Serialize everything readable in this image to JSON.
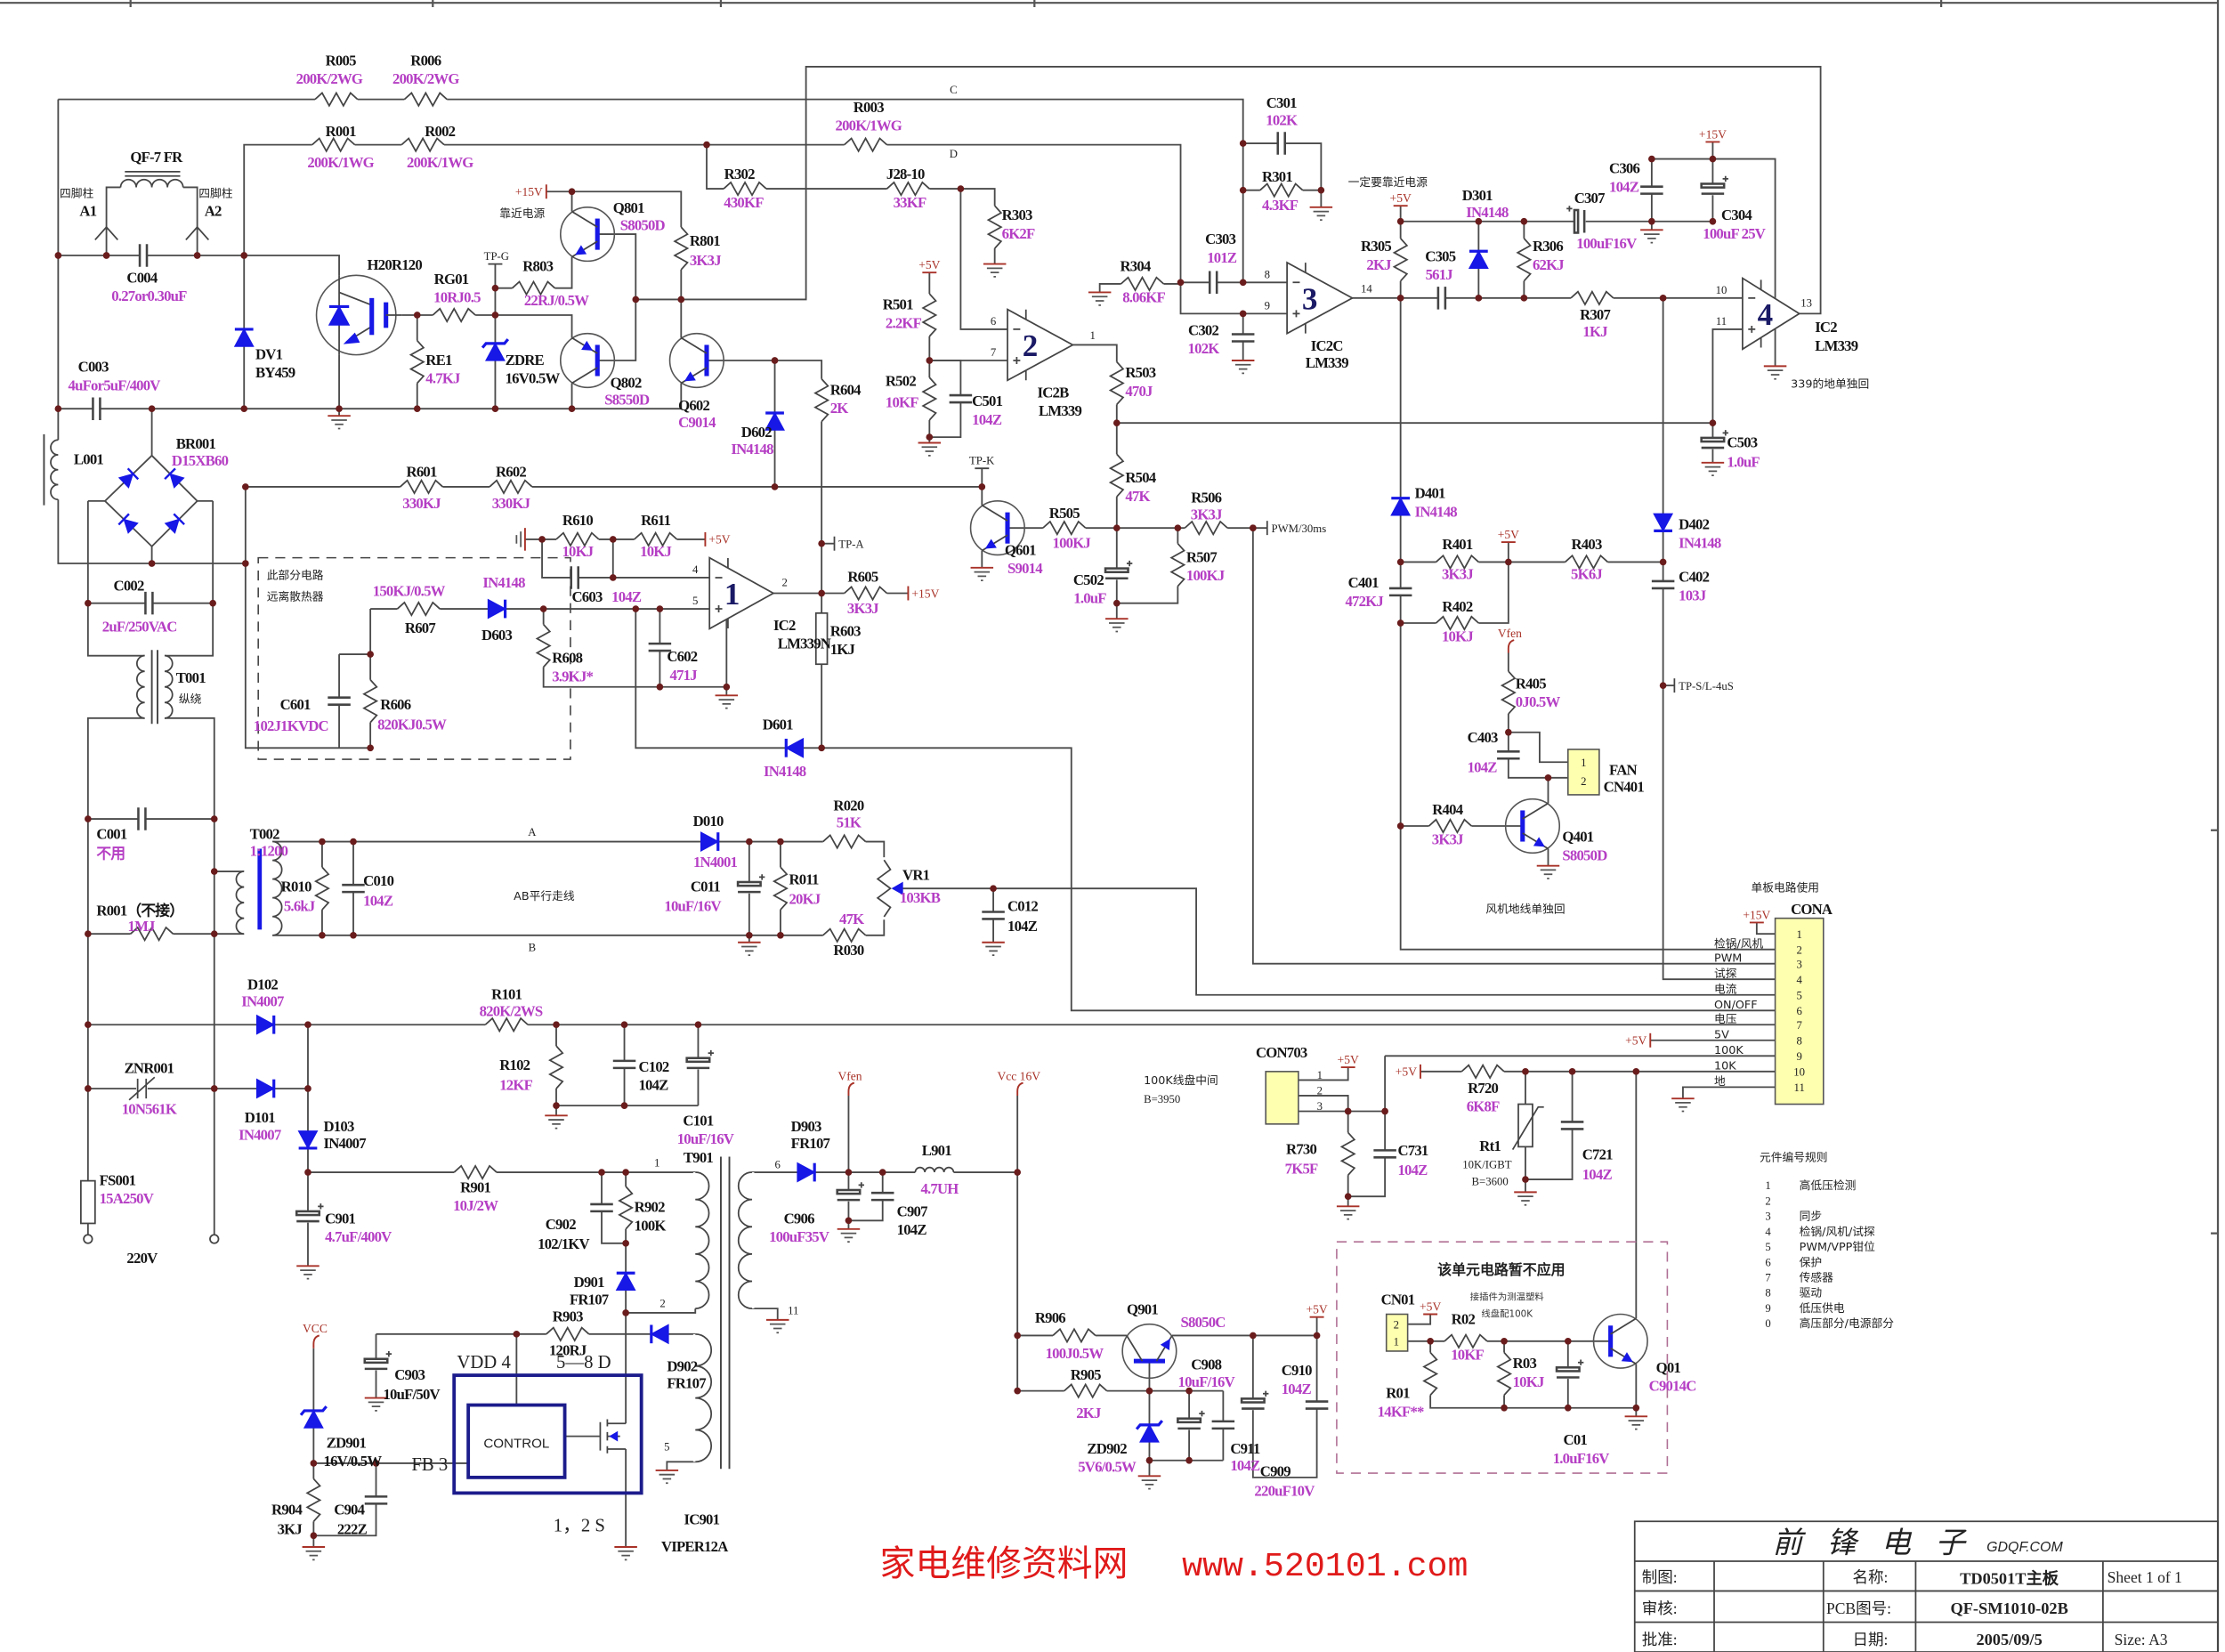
{
  "title_block": {
    "company": "前 锋 电 子",
    "company_url": "GDQF.COM",
    "drawn_label": "制图:",
    "checked_label": "审核:",
    "approved_label": "批准:",
    "name_label": "名称:",
    "name_value": "TD0501T主板",
    "pcb_label": "PCB图号:",
    "pcb_value": "QF-SM1010-02B",
    "date_label": "日期:",
    "date_value": "2005/09/5",
    "sheet": "Sheet 1 of 1",
    "size": "Size: A3"
  },
  "watermark": {
    "site_name": "家电维修资料网",
    "url": "www.520101.com"
  },
  "colors": {
    "value_text": "#b53ec4",
    "symbol_blue": "#1717e6",
    "power_label": "#a83228",
    "connector_fill": "#ffffb0",
    "watermark": "#e01a1a",
    "ic_outline": "#1c1c8c"
  },
  "power_labels": {
    "p15v": "+15V",
    "p5v": "+5V",
    "vfen": "Vfen",
    "vcc16": "Vcc 16V",
    "vcc": "VCC"
  },
  "test_points": {
    "tp_g": "TP-G",
    "tp_k": "TP-K",
    "tp_a": "TP-A",
    "pwm": "PWM/30ms",
    "tp_sl": "TP-S/L-4uS"
  },
  "net_labels": {
    "C": "C",
    "D": "D",
    "A": "A",
    "B": "B"
  },
  "notes": {
    "near_power": "靠近电源",
    "must_near_power": "一定要靠近电源",
    "keep_away_1": "此部分电路",
    "keep_away_2": "远离散热器",
    "ab_parallel": "AB平行走线",
    "lm339_ground": "339的地单独回",
    "fan_ground": "风机地线单独回",
    "coil_center_1": "100K线盘中间",
    "coil_center_2": "B=3950",
    "unused_title": "该单元电路暂不应用",
    "unused_1": "接插件为测温塑料",
    "unused_2": "线盘配100K",
    "input_voltage": "220V"
  },
  "opamp_pins": {
    "u1": {
      "unit": "1",
      "inv": "4",
      "non": "5",
      "out": "2"
    },
    "u2": {
      "unit": "2",
      "inv": "6",
      "non": "7",
      "out": "1"
    },
    "u3": {
      "unit": "3",
      "inv": "8",
      "non": "9",
      "out": "14"
    },
    "u4": {
      "unit": "4",
      "inv": "10",
      "non": "11",
      "out": "13"
    }
  },
  "t901_pins": {
    "p1": "1",
    "p2": "2",
    "p5": "5",
    "p6": "6",
    "p11": "11"
  },
  "ic901_pins": {
    "vdd": "VDD 4",
    "drain": "5—8 D",
    "fb": "FB 3",
    "source": "1，2 S",
    "block": "CONTROL"
  },
  "con703_pins": [
    "1",
    "2",
    "3"
  ],
  "cn401_pins": [
    "1",
    "2"
  ],
  "cn01_pins": [
    "2",
    "1"
  ],
  "cona": {
    "note": "单板电路使用",
    "pins": [
      {
        "num": "1",
        "label": ""
      },
      {
        "num": "2",
        "label": "检锅/风机"
      },
      {
        "num": "3",
        "label": "PWM"
      },
      {
        "num": "4",
        "label": "试探"
      },
      {
        "num": "5",
        "label": "电流"
      },
      {
        "num": "6",
        "label": "ON/OFF"
      },
      {
        "num": "7",
        "label": "电压"
      },
      {
        "num": "8",
        "label": "5V"
      },
      {
        "num": "9",
        "label": "100K"
      },
      {
        "num": "10",
        "label": "10K"
      },
      {
        "num": "11",
        "label": "地"
      }
    ]
  },
  "numbering_rules": {
    "title": "元件编号规则",
    "items": [
      {
        "num": "1",
        "text": "高低压检测"
      },
      {
        "num": "2",
        "text": ""
      },
      {
        "num": "3",
        "text": "同步"
      },
      {
        "num": "4",
        "text": "检锅/风机/试探"
      },
      {
        "num": "5",
        "text": "PWM/VPP钳位"
      },
      {
        "num": "6",
        "text": "保护"
      },
      {
        "num": "7",
        "text": "传感器"
      },
      {
        "num": "8",
        "text": "驱动"
      },
      {
        "num": "9",
        "text": "低压供电"
      },
      {
        "num": "0",
        "text": "高压部分/电源部分"
      }
    ]
  },
  "components": {
    "R005": {
      "ref": "R005",
      "value": "200K/2WG"
    },
    "R006": {
      "ref": "R006",
      "value": "200K/2WG"
    },
    "R001": {
      "ref": "R001",
      "value": "200K/1WG"
    },
    "R002": {
      "ref": "R002",
      "value": "200K/1WG"
    },
    "R003": {
      "ref": "R003",
      "value": "200K/1WG"
    },
    "QF7FR": {
      "ref": "QF-7 FR"
    },
    "A1": {
      "ref": "A1",
      "value": "四脚柱"
    },
    "A2": {
      "ref": "A2",
      "value": "四脚柱"
    },
    "C004": {
      "ref": "C004",
      "value": "0.27or0.30uF"
    },
    "DV1": {
      "ref": "DV1",
      "value": "BY459"
    },
    "H20R120": {
      "ref": "H20R120"
    },
    "RG01": {
      "ref": "RG01",
      "value": "10RJ0.5"
    },
    "RE1": {
      "ref": "RE1",
      "value": "4.7KJ"
    },
    "R803": {
      "ref": "R803",
      "value": "22RJ/0.5W"
    },
    "ZDRE": {
      "ref": "ZDRE",
      "value": "16V0.5W"
    },
    "Q801": {
      "ref": "Q801",
      "value": "S8050D"
    },
    "Q802": {
      "ref": "Q802",
      "value": "S8550D"
    },
    "R801": {
      "ref": "R801",
      "value": "3K3J"
    },
    "Q602": {
      "ref": "Q602",
      "value": "C9014"
    },
    "D602": {
      "ref": "D602",
      "value": "IN4148"
    },
    "R604": {
      "ref": "R604",
      "value": "2K"
    },
    "R302": {
      "ref": "R302",
      "value": "430KF"
    },
    "J28-10": {
      "ref": "J28-10",
      "value": "33KF"
    },
    "R303": {
      "ref": "R303",
      "value": "6K2F"
    },
    "R501": {
      "ref": "R501",
      "value": "2.2KF"
    },
    "R502": {
      "ref": "R502",
      "value": "10KF"
    },
    "C501": {
      "ref": "C501",
      "value": "104Z"
    },
    "IC2B": {
      "ref": "IC2B",
      "value": "LM339"
    },
    "R503": {
      "ref": "R503",
      "value": "470J"
    },
    "R504": {
      "ref": "R504",
      "value": "47K"
    },
    "R505": {
      "ref": "R505",
      "value": "100KJ"
    },
    "C502": {
      "ref": "C502",
      "value": "1.0uF"
    },
    "R506": {
      "ref": "R506",
      "value": "3K3J"
    },
    "R507": {
      "ref": "R507",
      "value": "100KJ"
    },
    "Q601": {
      "ref": "Q601",
      "value": "S9014"
    },
    "R304": {
      "ref": "R304",
      "value": "8.06KF"
    },
    "C303": {
      "ref": "C303",
      "value": "101Z"
    },
    "C301": {
      "ref": "C301",
      "value": "102K"
    },
    "R301": {
      "ref": "R301",
      "value": "4.3KF"
    },
    "C302": {
      "ref": "C302",
      "value": "102K"
    },
    "IC2C": {
      "ref": "IC2C",
      "value": "LM339"
    },
    "R305": {
      "ref": "R305",
      "value": "2KJ"
    },
    "C305": {
      "ref": "C305",
      "value": "561J"
    },
    "D301": {
      "ref": "D301",
      "value": "IN4148"
    },
    "R306": {
      "ref": "R306",
      "value": "62KJ"
    },
    "C307": {
      "ref": "C307",
      "value": "100uF16V"
    },
    "C306": {
      "ref": "C306",
      "value": "104Z"
    },
    "C304": {
      "ref": "C304",
      "value": "100uF 25V"
    },
    "R307": {
      "ref": "R307",
      "value": "1KJ"
    },
    "IC2_4": {
      "ref": "IC2",
      "value": "LM339"
    },
    "C503": {
      "ref": "C503",
      "value": "1.0uF"
    },
    "D401": {
      "ref": "D401",
      "value": "IN4148"
    },
    "R401": {
      "ref": "R401",
      "value": "3K3J"
    },
    "R402": {
      "ref": "R402",
      "value": "10KJ"
    },
    "R403": {
      "ref": "R403",
      "value": "5K6J"
    },
    "C401": {
      "ref": "C401",
      "value": "472KJ"
    },
    "D402": {
      "ref": "D402",
      "value": "IN4148"
    },
    "C402": {
      "ref": "C402",
      "value": "103J"
    },
    "R405": {
      "ref": "R405",
      "value": "0J0.5W"
    },
    "C403": {
      "ref": "C403",
      "value": "104Z"
    },
    "CN401": {
      "ref": "CN401",
      "value": "FAN"
    },
    "R404": {
      "ref": "R404",
      "value": "3K3J"
    },
    "Q401": {
      "ref": "Q401",
      "value": "S8050D"
    },
    "C003": {
      "ref": "C003",
      "value": "4uFor5uF/400V"
    },
    "L001": {
      "ref": "L001"
    },
    "BR001": {
      "ref": "BR001",
      "value": "D15XB60"
    },
    "C002": {
      "ref": "C002",
      "value": "2uF/250VAC"
    },
    "T001": {
      "ref": "T001",
      "value": "纵绕"
    },
    "R601": {
      "ref": "R601",
      "value": "330KJ"
    },
    "R602": {
      "ref": "R602",
      "value": "330KJ"
    },
    "R607": {
      "ref": "R607",
      "value": "150KJ/0.5W"
    },
    "D603": {
      "ref": "D603",
      "value": "IN4148"
    },
    "R608": {
      "ref": "R608",
      "value": "3.9KJ*"
    },
    "C601": {
      "ref": "C601",
      "value": "102J1KVDC"
    },
    "R606": {
      "ref": "R606",
      "value": "820KJ0.5W"
    },
    "R610": {
      "ref": "R610",
      "value": "10KJ"
    },
    "R611": {
      "ref": "R611",
      "value": "10KJ"
    },
    "C603": {
      "ref": "C603",
      "value": "104Z"
    },
    "IC2_1": {
      "ref": "IC2",
      "value": "LM339N"
    },
    "C602": {
      "ref": "C602",
      "value": "471J"
    },
    "R605": {
      "ref": "R605",
      "value": "3K3J"
    },
    "R603": {
      "ref": "R603",
      "value": "1KJ"
    },
    "D601": {
      "ref": "D601",
      "value": "IN4148"
    },
    "C001": {
      "ref": "C001",
      "value": "不用"
    },
    "T002": {
      "ref": "T002",
      "value": "1:1200"
    },
    "R001_NC": {
      "ref": "R001（不接）",
      "value": "1MJ"
    },
    "R010": {
      "ref": "R010",
      "value": "5.6kJ"
    },
    "C010": {
      "ref": "C010",
      "value": "104Z"
    },
    "D010": {
      "ref": "D010",
      "value": "1N4001"
    },
    "C011": {
      "ref": "C011",
      "value": "10uF/16V"
    },
    "R011": {
      "ref": "R011",
      "value": "20KJ"
    },
    "R020": {
      "ref": "R020",
      "value": "51K"
    },
    "R030": {
      "ref": "R030",
      "value": "47K"
    },
    "VR1": {
      "ref": "VR1",
      "value": "103KB"
    },
    "C012": {
      "ref": "C012",
      "value": "104Z"
    },
    "D102": {
      "ref": "D102",
      "value": "IN4007"
    },
    "R101": {
      "ref": "R101",
      "value": "820K/2WS"
    },
    "R102": {
      "ref": "R102",
      "value": "12KF"
    },
    "C102": {
      "ref": "C102",
      "value": "104Z"
    },
    "C101": {
      "ref": "C101",
      "value": "10uF/16V"
    },
    "ZNR001": {
      "ref": "ZNR001",
      "value": "10N561K"
    },
    "D101": {
      "ref": "D101",
      "value": "IN4007"
    },
    "D103": {
      "ref": "D103",
      "value": "IN4007"
    },
    "FS001": {
      "ref": "FS001",
      "value": "15A250V"
    },
    "R901": {
      "ref": "R901",
      "value": "10J/2W"
    },
    "C901": {
      "ref": "C901",
      "value": "4.7uF/400V"
    },
    "C902": {
      "ref": "C902",
      "value": "102/1KV"
    },
    "R902": {
      "ref": "R902",
      "value": "100K"
    },
    "D901": {
      "ref": "D901",
      "value": "FR107"
    },
    "T901": {
      "ref": "T901"
    },
    "D902": {
      "ref": "D902",
      "value": "FR107"
    },
    "R903": {
      "ref": "R903",
      "value": "120RJ"
    },
    "C903": {
      "ref": "C903",
      "value": "10uF/50V"
    },
    "IC901": {
      "ref": "IC901",
      "value": "VIPER12A"
    },
    "ZD901": {
      "ref": "ZD901",
      "value": "16V/0.5W"
    },
    "R904": {
      "ref": "R904",
      "value": "3KJ"
    },
    "C904": {
      "ref": "C904",
      "value": "222Z"
    },
    "D903": {
      "ref": "D903",
      "value": "FR107"
    },
    "C906": {
      "ref": "C906",
      "value": "100uF35V"
    },
    "C907": {
      "ref": "C907",
      "value": "104Z"
    },
    "L901": {
      "ref": "L901",
      "value": "4.7UH"
    },
    "R906": {
      "ref": "R906",
      "value": "100J0.5W"
    },
    "Q901": {
      "ref": "Q901",
      "value": "S8050C"
    },
    "R905": {
      "ref": "R905",
      "value": "2KJ"
    },
    "ZD902": {
      "ref": "ZD902",
      "value": "5V6/0.5W"
    },
    "C908": {
      "ref": "C908",
      "value": "10uF/16V"
    },
    "C911": {
      "ref": "C911",
      "value": "104Z"
    },
    "C909": {
      "ref": "C909",
      "value": "220uF10V"
    },
    "C910": {
      "ref": "C910",
      "value": "104Z"
    },
    "CON703": {
      "ref": "CON703"
    },
    "R730": {
      "ref": "R730",
      "value": "7K5F"
    },
    "C731": {
      "ref": "C731",
      "value": "104Z"
    },
    "R720": {
      "ref": "R720",
      "value": "6K8F"
    },
    "Rt1": {
      "ref": "Rt1",
      "value": "10K/IGBT",
      "beta": "B=3600"
    },
    "C721": {
      "ref": "C721",
      "value": "104Z"
    },
    "CN01": {
      "ref": "CN01"
    },
    "R02": {
      "ref": "R02",
      "value": "10KF"
    },
    "R01": {
      "ref": "R01",
      "value": "14KF**"
    },
    "R03": {
      "ref": "R03",
      "value": "10KJ"
    },
    "C01": {
      "ref": "C01",
      "value": "1.0uF16V"
    },
    "Q01": {
      "ref": "Q01",
      "value": "C9014C"
    },
    "CONA": {
      "ref": "CONA"
    }
  }
}
